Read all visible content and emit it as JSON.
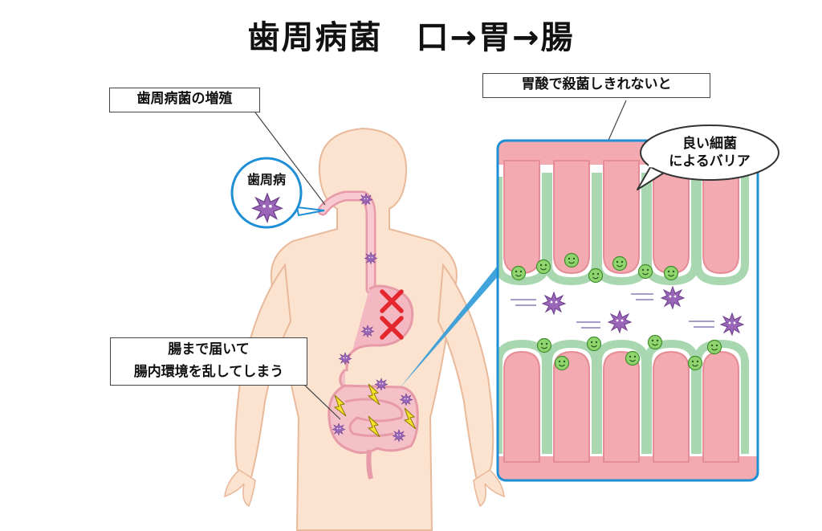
{
  "title": "歯周病菌　口→胃→腸",
  "callouts": {
    "proliferation": "歯周病菌の増殖",
    "stomach_acid": "胃酸で殺菌しきれないと",
    "intestine_line1": "腸まで届いて",
    "intestine_line2": "腸内環境を乱してしまう"
  },
  "bubbles": {
    "periodontal": "歯周病",
    "barrier_line1": "良い細菌",
    "barrier_line2": "によるバリア"
  },
  "colors": {
    "skin": "#fbe3d0",
    "skin_outline": "#e9b99b",
    "digestive_tract": "#f4b8c3",
    "villi": "#f0a6ad",
    "good_bacteria": "#7ccf5a",
    "bad_bacteria": "#9a66b8",
    "barrier_band": "#a9d8b0",
    "cross_mark": "#e4262d",
    "lightning": "#f5e12b",
    "panel_border": "#1e8fd6"
  },
  "icons": [
    "bad-bacteria-icon",
    "good-bacteria-icon",
    "cross-mark-icon",
    "lightning-icon"
  ]
}
